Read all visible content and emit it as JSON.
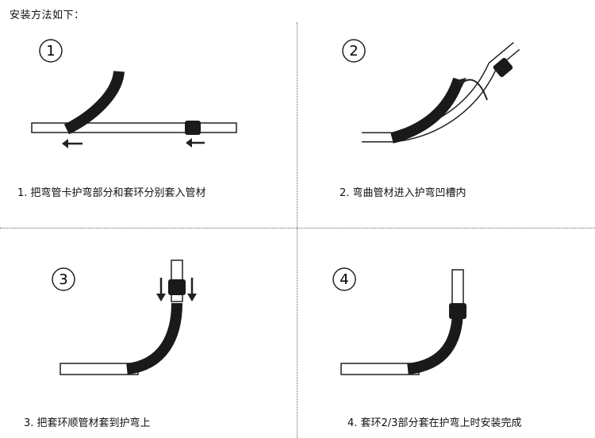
{
  "title": "安装方法如下：",
  "steps": [
    {
      "number": "①",
      "caption": "1. 把弯管卡护弯部分和套环分别套入管材"
    },
    {
      "number": "②",
      "caption": "2. 弯曲管材进入护弯凹槽内"
    },
    {
      "number": "③",
      "caption": "3. 把套环顺管材套到护弯上"
    },
    {
      "number": "④",
      "caption": "4. 套环2/3部分套在护弯上时安装完成"
    }
  ],
  "colors": {
    "line": "#222222",
    "fill_dark": "#1a1a1a",
    "pipe_fill": "#ffffff"
  }
}
